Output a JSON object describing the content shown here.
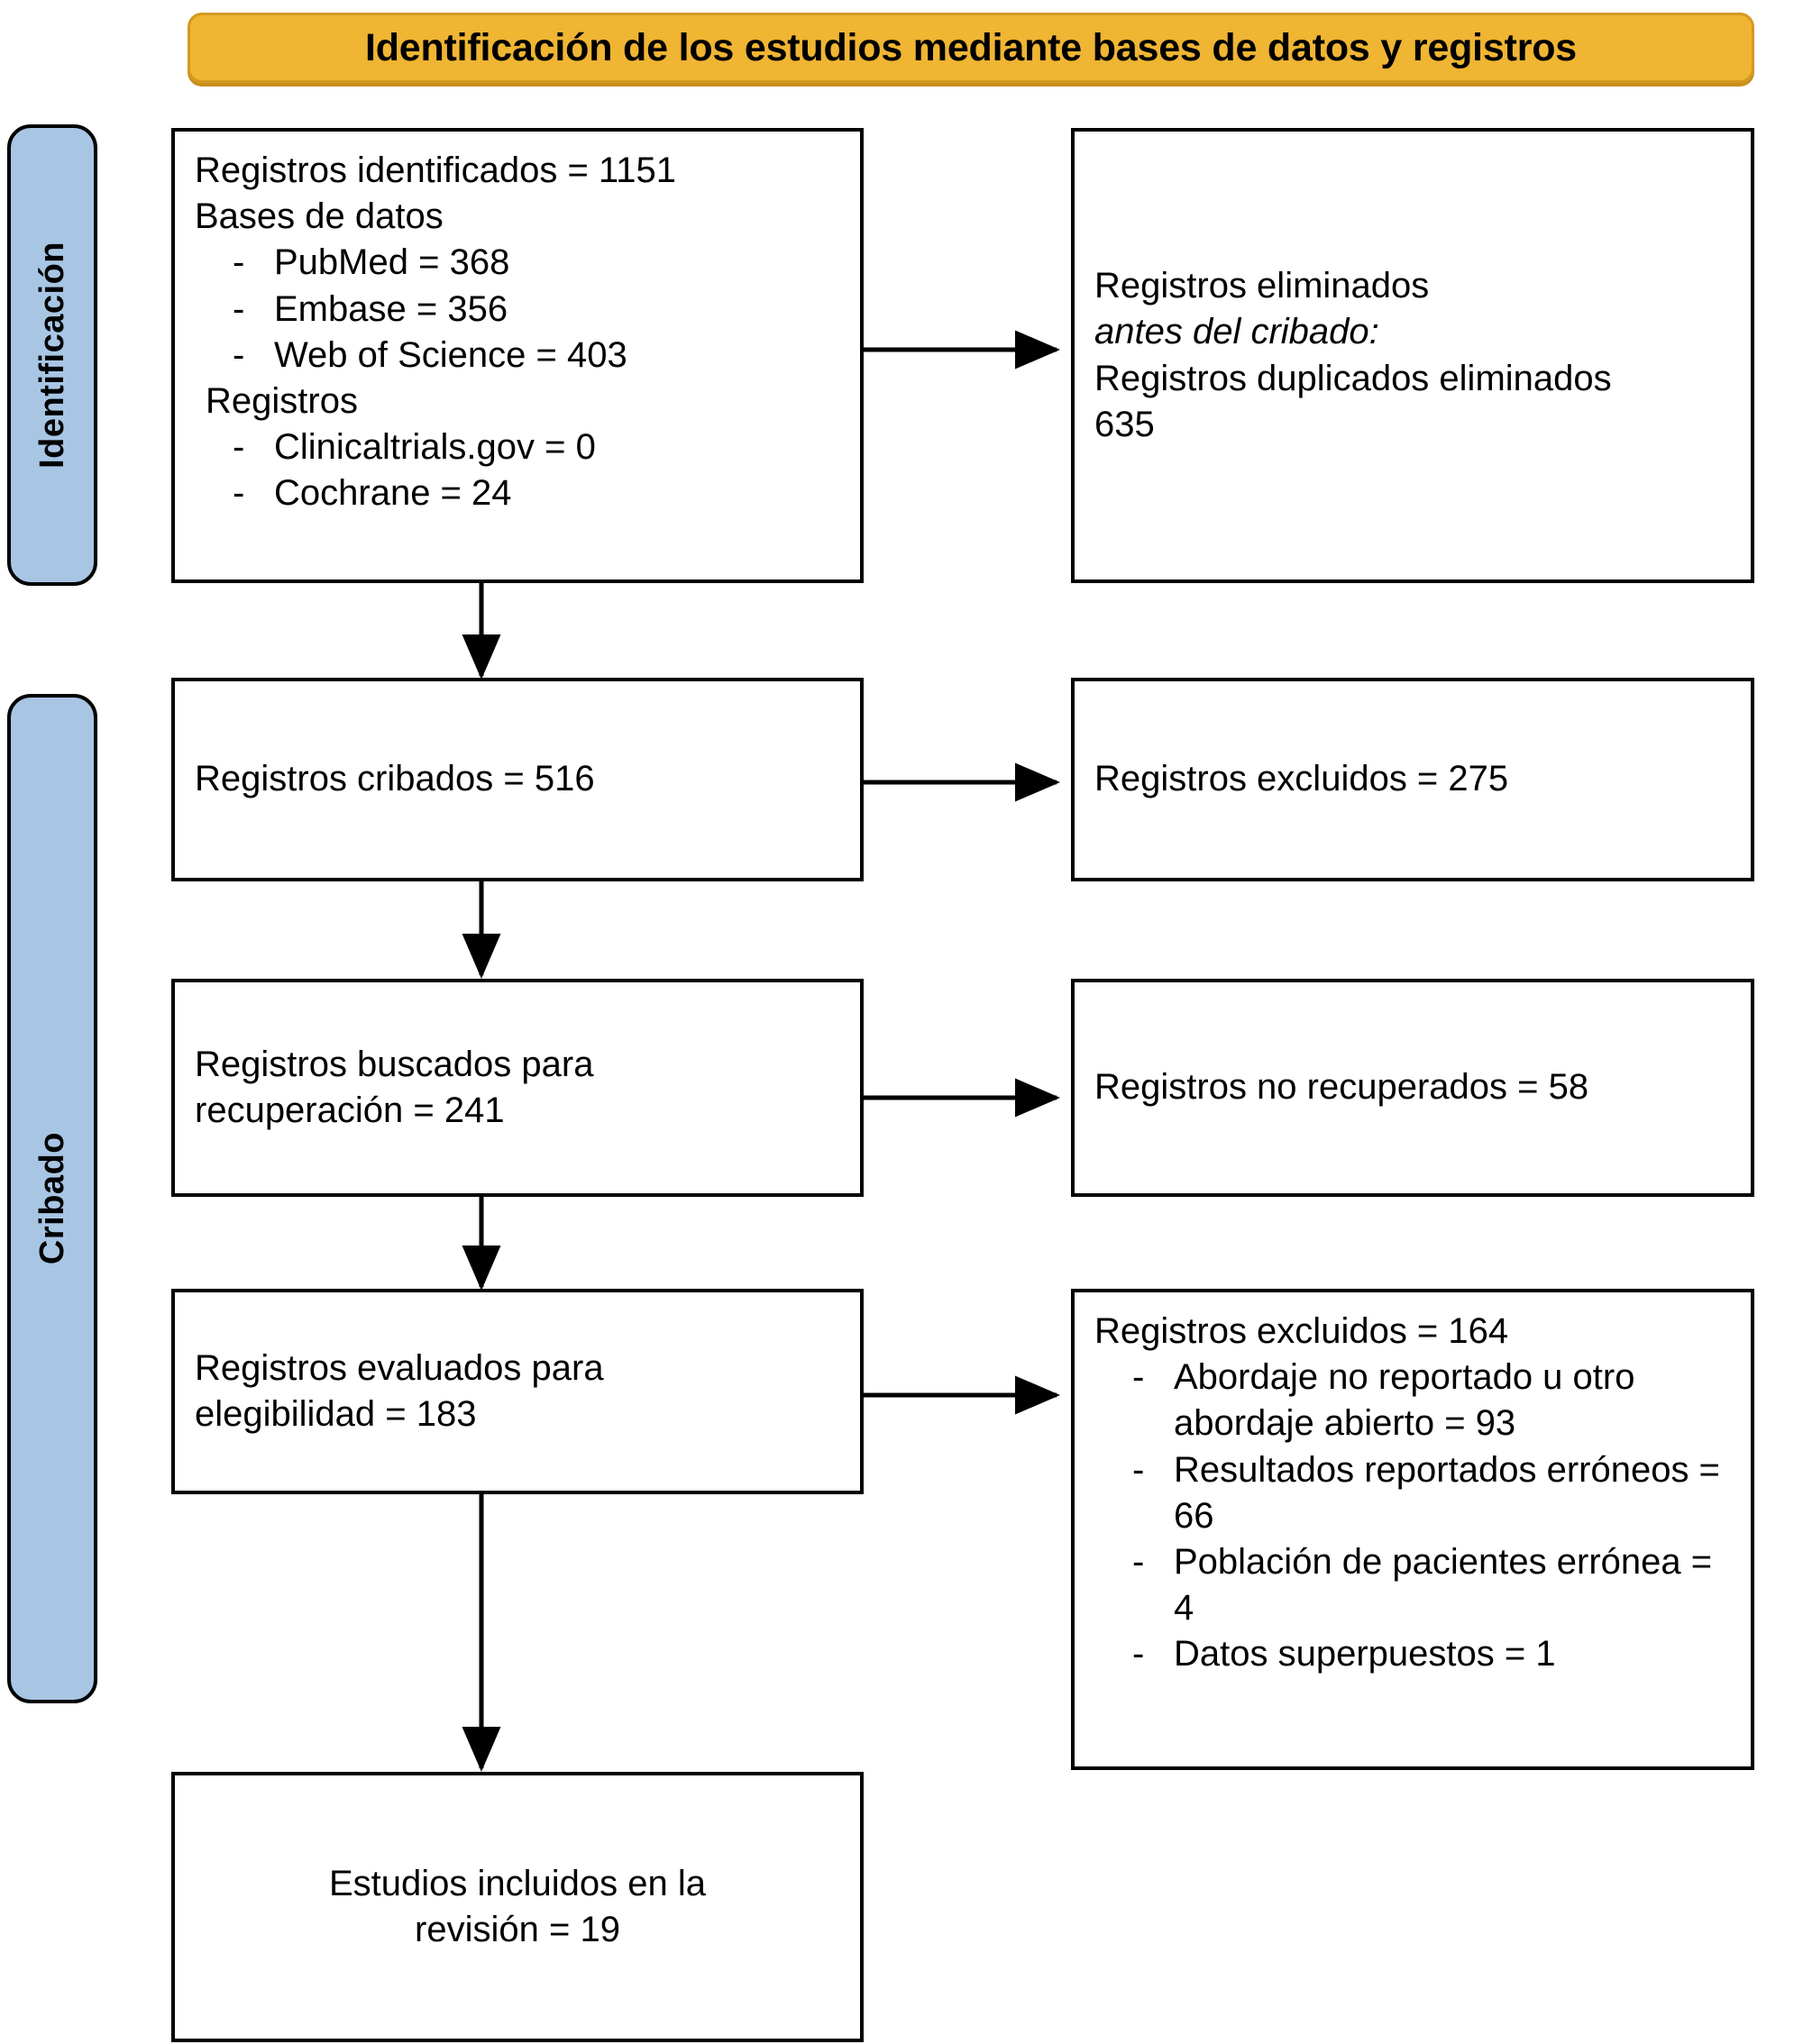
{
  "banner": {
    "title": "Identificación de los estudios mediante bases de datos y registros"
  },
  "stages": [
    {
      "id": "identificacion",
      "label": "Identificación"
    },
    {
      "id": "cribado",
      "label": "Cribado"
    }
  ],
  "boxes": {
    "identified": {
      "line1": "Registros identificados = 1151",
      "line2": "Bases de datos",
      "databases": [
        {
          "dash": "-",
          "text": "PubMed = 368"
        },
        {
          "dash": "-",
          "text": "Embase = 356"
        },
        {
          "dash": "-",
          "text": "Web of Science = 403"
        }
      ],
      "line3": "Registros",
      "registries": [
        {
          "dash": "-",
          "text": "Clinicaltrials.gov = 0"
        },
        {
          "dash": "-",
          "text": "Cochrane = 24"
        }
      ]
    },
    "removed": {
      "line1": "Registros eliminados",
      "line2": "antes del cribado:",
      "line3": "Registros duplicados eliminados",
      "line4": "635"
    },
    "screened": {
      "line1": "Registros cribados = 516"
    },
    "excluded_screen": {
      "line1": "Registros excluidos = 275"
    },
    "sought": {
      "line1": "Registros buscados para",
      "line2": "recuperación = 241"
    },
    "not_retrieved": {
      "line1": "Registros no recuperados = 58"
    },
    "assessed": {
      "line1": "Registros evaluados para",
      "line2": "elegibilidad = 183"
    },
    "excluded_elig": {
      "line1": "Registros excluidos = 164",
      "reasons": [
        {
          "dash": "-",
          "text": "Abordaje no reportado u otro abordaje abierto = 93"
        },
        {
          "dash": "-",
          "text": "Resultados reportados erróneos = 66"
        },
        {
          "dash": "-",
          "text": "Población de pacientes errónea = 4"
        },
        {
          "dash": "-",
          "text": "Datos superpuestos = 1"
        }
      ]
    },
    "included": {
      "line1": "Estudios incluidos en la",
      "line2": "revisión = 19"
    }
  },
  "colors": {
    "banner_fill": "#EFB533",
    "banner_border": "#D39A22",
    "stage_fill": "#A8C6E4",
    "box_border": "#000000",
    "box_fill": "#FFFFFF"
  }
}
